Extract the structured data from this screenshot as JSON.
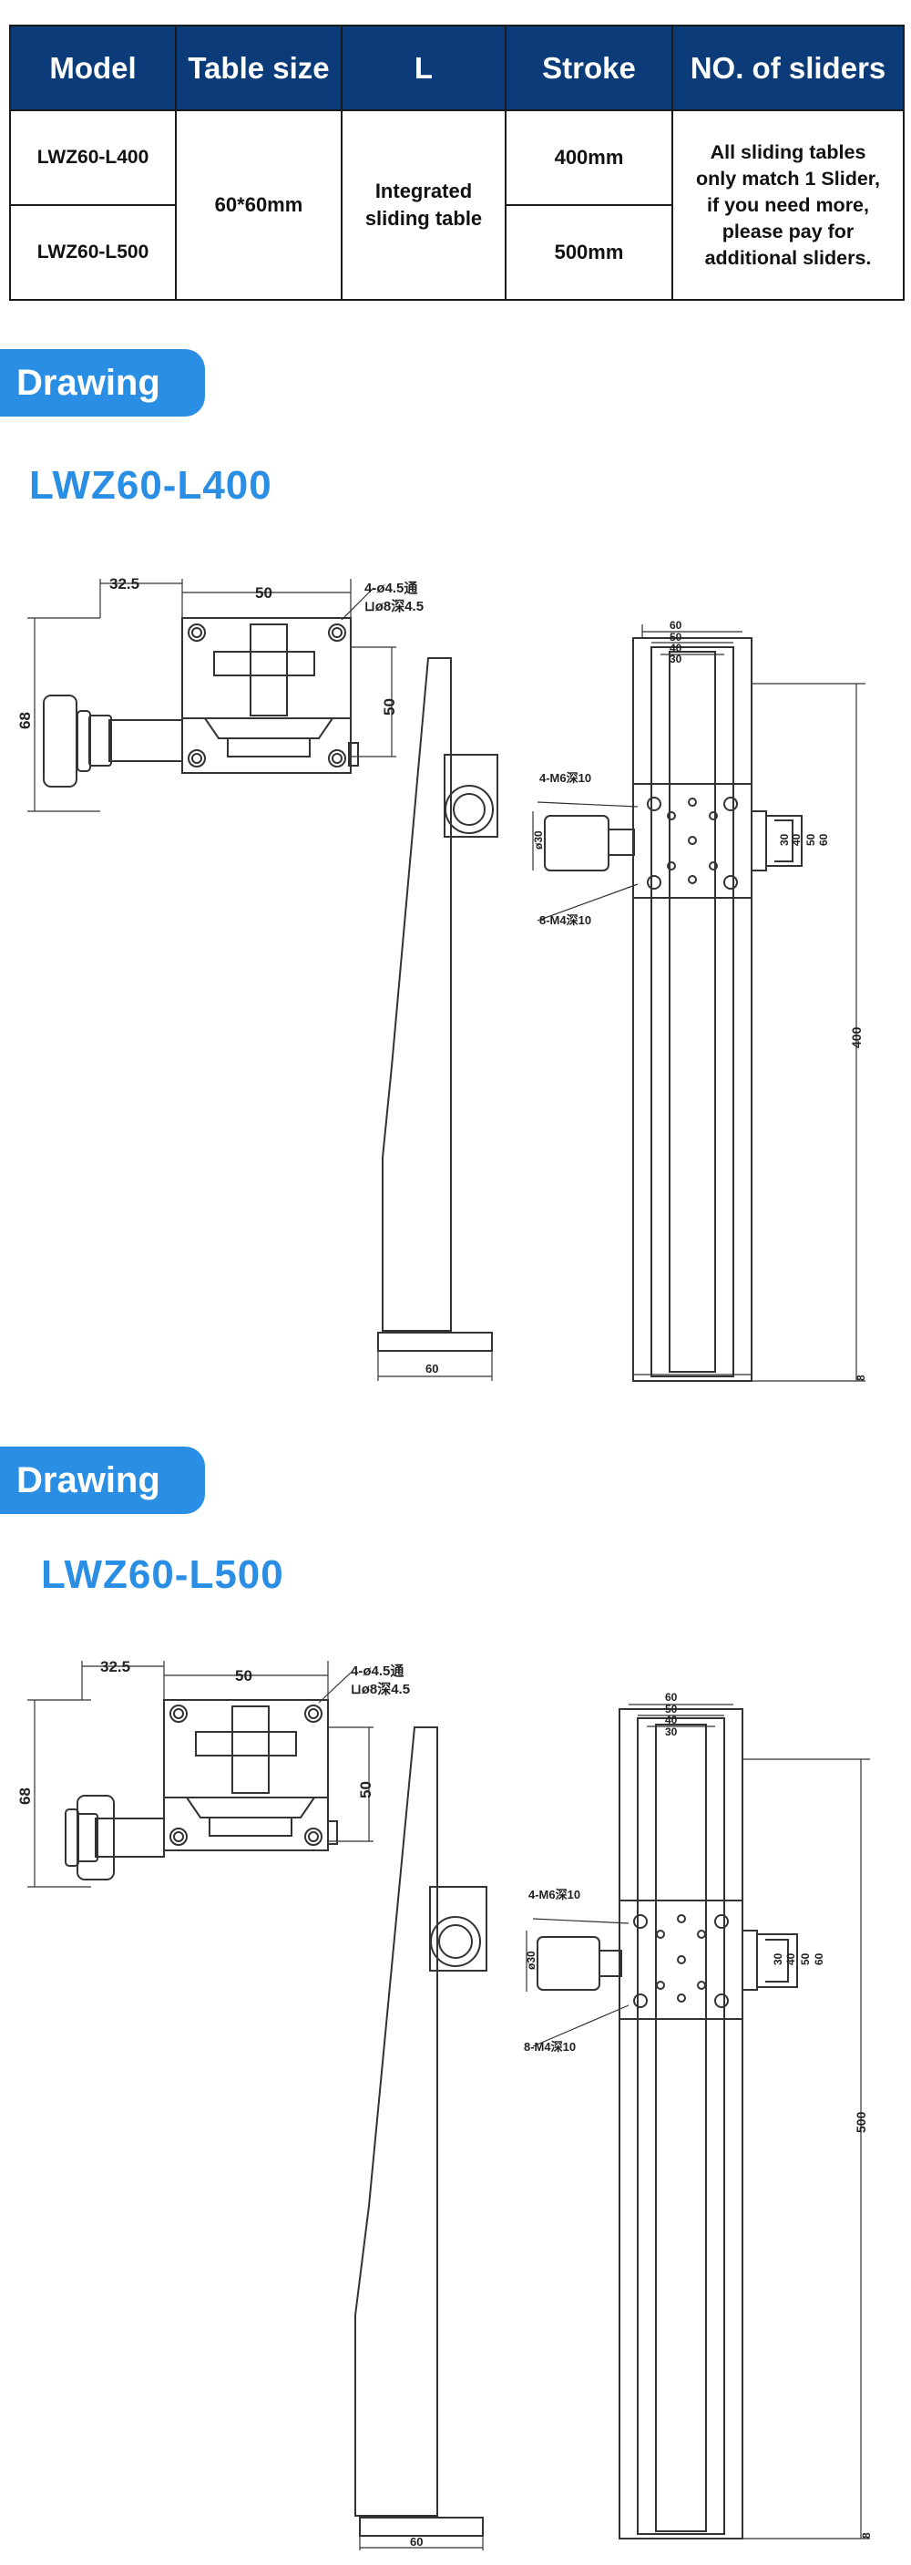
{
  "spec_table": {
    "headers": [
      "Model",
      "Table size",
      "L",
      "Stroke",
      "NO. of sliders"
    ],
    "rows": [
      {
        "model": "LWZ60-L400",
        "stroke": "400mm"
      },
      {
        "model": "LWZ60-L500",
        "stroke": "500mm"
      }
    ],
    "table_size": "60*60mm",
    "l_value": [
      "Integrated",
      "sliding table"
    ],
    "sliders_note": [
      "All sliding tables",
      "only match 1 Slider,",
      "if you need more,",
      "please pay for",
      "additional sliders."
    ]
  },
  "sections": [
    {
      "badge": "Drawing",
      "title": "LWZ60-L400",
      "labels": {
        "dim_32_5": "32.5",
        "dim_50_top": "50",
        "dim_68": "68",
        "dim_50_side": "50",
        "hole_note_1": "4-ø4.5通",
        "hole_note_2": "⊔ø8深4.5",
        "dim_60": "60",
        "dim_50": "50",
        "dim_40": "40",
        "dim_30": "30",
        "m6_note": "4-M6深10",
        "m4_note": "8-M4深10",
        "dim_30_knob": "ø30",
        "dim_30_r": "30",
        "dim_40_r": "40",
        "dim_50_r": "50",
        "dim_60_r": "60",
        "length": "400",
        "base_width": "60",
        "base_height": "8"
      }
    },
    {
      "badge": "Drawing",
      "title": "LWZ60-L500",
      "labels": {
        "dim_32_5": "32.5",
        "dim_50_top": "50",
        "dim_68": "68",
        "dim_50_side": "50",
        "hole_note_1": "4-ø4.5通",
        "hole_note_2": "⊔ø8深4.5",
        "dim_60": "60",
        "dim_50": "50",
        "dim_40": "40",
        "dim_30": "30",
        "m6_note": "4-M6深10",
        "m4_note": "8-M4深10",
        "dim_30_knob": "ø30",
        "dim_30_r": "30",
        "dim_40_r": "40",
        "dim_50_r": "50",
        "dim_60_r": "60",
        "length": "500",
        "base_width": "60",
        "base_height": "8"
      }
    }
  ]
}
